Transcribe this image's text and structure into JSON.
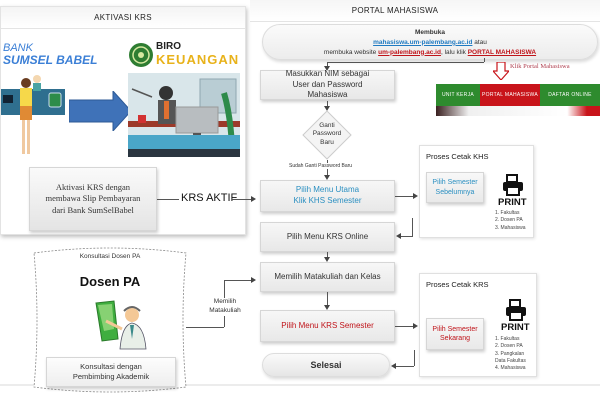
{
  "aktivasi": {
    "header": "AKTIVASI  KRS",
    "bank_logo_line1": "BANK",
    "bank_logo_line2": "SUMSEL BABEL",
    "biro_logo_line1": "BIRO",
    "biro_logo_line2": "KEUANGAN",
    "activation_box": "Aktivasi KRS dengan membawa Slip Pembayaran  dari Bank SumSelBabel",
    "krs_aktif_label": "KRS AKTIF"
  },
  "portal": {
    "header": "PORTAL MAHASISWA",
    "open_box": {
      "title": "Membuka",
      "link1": "mahasiswa.um-palembang.ac.id",
      "text_atau": " atau",
      "text_website": "membuka website ",
      "link2": "um-palembang.ac.id",
      "text_lalu": ", lalu klik ",
      "link3": "PORTAL MAHASISWA"
    },
    "klik_portal_label": "Klik Portal Mahasiswa",
    "nav_items": [
      "UNIT KERJA",
      "PORTAL MAHASISWA",
      "DAFTAR ONLINE"
    ],
    "login_box": "Masukkan NIM sebagai User dan Password Mahasiswa",
    "decision_diamond": "Ganti Password Baru",
    "decision_label": "Sudah Ganti Password Baru",
    "menu_utama_box_line1": "Pilih Menu Utama",
    "menu_utama_box_line2": "Klik KHS Semester",
    "krs_online_box": "Pilih Menu KRS Online",
    "matakuliah_box": "Memilih Matakuliah dan Kelas",
    "krs_semester_box": "Pilih Menu KRS Semester",
    "selesai": "Selesai"
  },
  "khs": {
    "title": "Proses Cetak KHS",
    "select_box_line1": "Pilih Semester",
    "select_box_line2": "Sebelumnya",
    "print_label": "PRINT",
    "list": [
      "1. Fakultas",
      "2. Dosen PA",
      "3. Mahasiswa"
    ]
  },
  "krs": {
    "title": "Proses Cetak KRS",
    "select_box_line1": "Pilih Semester",
    "select_box_line2": "Sekarang",
    "print_label": "PRINT",
    "list": [
      "1. Fakultas",
      "2. Dosen PA",
      "3. Pangkalan",
      "Data Fakultas",
      "4. Mahasiswa"
    ]
  },
  "konsultasi": {
    "header": "Konsultasi Dosen PA",
    "title": "Dosen PA",
    "caption_line1": "Konsultasi dengan",
    "caption_line2": "Pembimbing Akademik",
    "memilih_label_line1": "Memilih",
    "memilih_label_line2": "Matakuliah"
  },
  "colors": {
    "blue_text": "#2a8fc1",
    "red_text": "#c0141a",
    "nav_green": "#2e8b2e",
    "nav_red": "#c8141a",
    "arrow_blue": "#3f72b8",
    "biro_yellow": "#e8b21a",
    "bank_blue": "#3b7fd6"
  }
}
